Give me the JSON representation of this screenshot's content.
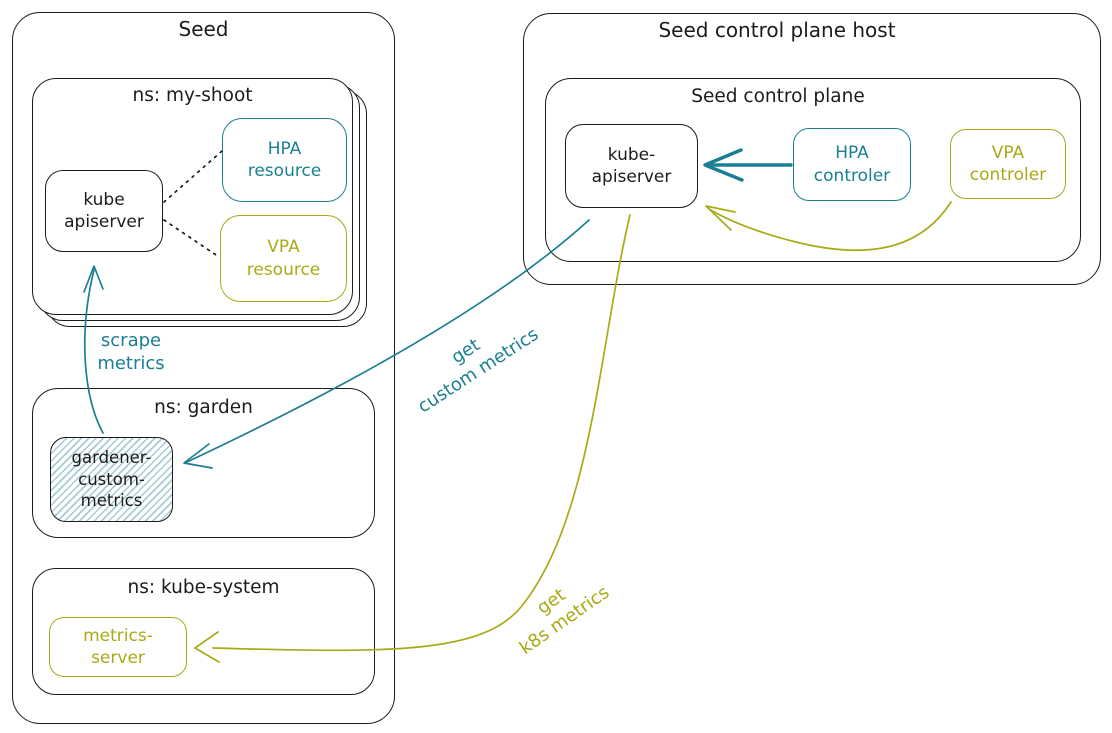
{
  "colors": {
    "ink": "#1c1c1c",
    "teal": "#1b7f93",
    "olive": "#a9aa15",
    "hatch": "#1b7f9366"
  },
  "seed": {
    "title": "Seed",
    "my_shoot": {
      "title": "ns: my-shoot",
      "kube_apiserver": "kube\napiserver",
      "hpa_resource": "HPA\nresource",
      "vpa_resource": "VPA\nresource"
    },
    "garden": {
      "title": "ns: garden",
      "gardener_custom_metrics": "gardener-\ncustom-\nmetrics"
    },
    "kube_system": {
      "title": "ns: kube-system",
      "metrics_server": "metrics-\nserver"
    }
  },
  "host": {
    "title": "Seed control plane host",
    "control_plane": {
      "title": "Seed control plane",
      "kube_apiserver": "kube-\napiserver",
      "hpa_controller": "HPA\ncontroler",
      "vpa_controller": "VPA\ncontroler"
    }
  },
  "edges": {
    "scrape_metrics": "scrape\nmetrics",
    "get_custom_metrics": "get\ncustom metrics",
    "get_k8s_metrics": "get\nk8s metrics"
  }
}
